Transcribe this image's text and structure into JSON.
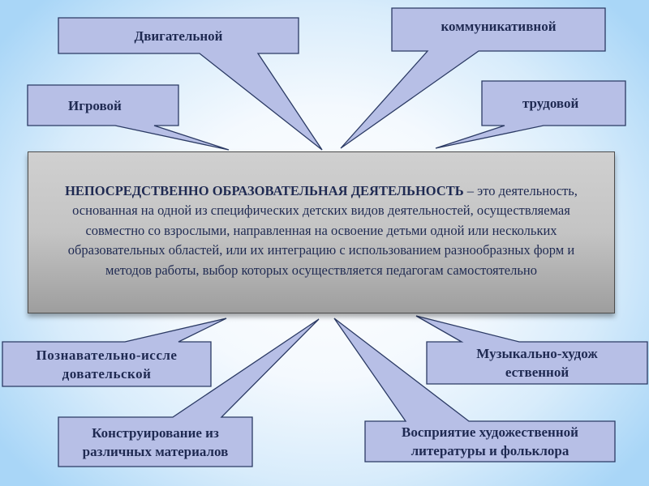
{
  "central": {
    "title": "НЕПОСРЕДСТВЕННО ОБРАЗОВАТЕЛЬНАЯ ДЕЯТЕЛЬНОСТЬ",
    "definition": " – это деятельность, основанная на одной из специфических детских видов деятельностей, осуществляемая совместно со взрослыми, направленная на освоение детьми одной или нескольких образовательных областей, или их интеграцию с использованием разнообразных форм и методов работы, выбор которых осуществляется педагогам самостоятельно"
  },
  "callouts": {
    "motor": "Двигательной",
    "communicative": "коммуникативной",
    "play": "Игровой",
    "labor": "трудовой",
    "cognitive_research": "Познавательно-исследовательской",
    "musical_artistic": "Музыкально-художественной",
    "construction": "Конструирование из различных материалов",
    "literature_perception": "Восприятие художественной литературы и фольклора"
  },
  "colors": {
    "callout_fill": "#b7bfe6",
    "callout_stroke": "#2b3a64",
    "text": "#1f2a52",
    "central_fill_top": "#d0d0d0",
    "central_fill_bottom": "#9e9e9e",
    "background_edge": "#a9d6f7"
  }
}
